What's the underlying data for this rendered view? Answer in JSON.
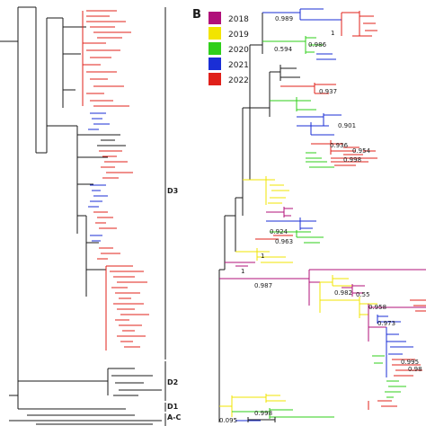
{
  "panels": {
    "b_label": "B"
  },
  "legend": [
    {
      "year": "2018",
      "color": "#b0107a"
    },
    {
      "year": "2019",
      "color": "#f2e400"
    },
    {
      "year": "2020",
      "color": "#2fcf1a"
    },
    {
      "year": "2021",
      "color": "#1a2ed6"
    },
    {
      "year": "2022",
      "color": "#e0201a"
    }
  ],
  "clade_labels": {
    "d3": "D3",
    "d2": "D2",
    "d1": "D1",
    "ac": "A-C"
  },
  "support_values": [
    "0.989",
    "1",
    "0.594",
    "0.986",
    "0.937",
    "0.901",
    "0.936",
    "0.954",
    "0.998",
    "0.924",
    "0.963",
    "1",
    "1",
    "0.987",
    "0.982",
    "0.55",
    "0.958",
    "0.973",
    "0.995",
    "0.98",
    "0.998"
  ],
  "scale_bar": {
    "value": "0.095"
  },
  "colors": {
    "branch": "#1a1a1a",
    "red": "#e0201a",
    "blue": "#1a2ed6",
    "green": "#2fcf1a",
    "yellow": "#f2e400",
    "magenta": "#b0107a"
  }
}
